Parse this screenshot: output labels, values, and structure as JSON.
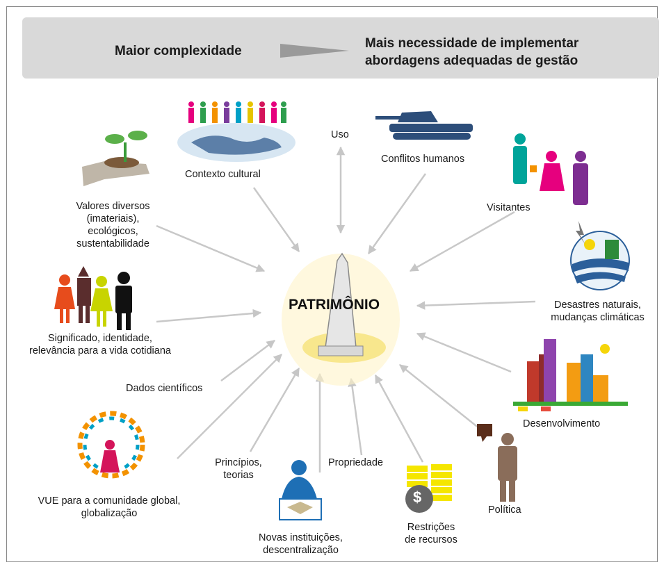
{
  "banner": {
    "left_text": "Maior complexidade",
    "right_line1": "Mais necessidade de implementar",
    "right_line2": "abordagens adequadas de gestão"
  },
  "center": {
    "label": "PATRIMÔNIO"
  },
  "factors": {
    "contexto": "Contexto cultural",
    "uso": "Uso",
    "conflitos": "Conflitos humanos",
    "valores": [
      "Valores diversos",
      "(imateriais),",
      "ecológicos,",
      "sustentabilidade"
    ],
    "visitantes": "Visitantes",
    "desastres": [
      "Desastres naturais,",
      "mudanças climáticas"
    ],
    "significado": [
      "Significado, identidade,",
      "relevância para a vida cotidiana"
    ],
    "dados": "Dados científicos",
    "desenvolvimento": "Desenvolvimento",
    "principios": [
      "Princípios,",
      "teorias"
    ],
    "propriedade": "Propriedade",
    "vue": [
      "VUE para a comunidade global,",
      "globalização"
    ],
    "instituicoes": [
      "Novas instituições,",
      "descentralização"
    ],
    "restricoes": [
      "Restrições",
      "de recursos"
    ],
    "politica": "Política"
  },
  "colors": {
    "arrow": "#c8c8c8",
    "banner": "#d9d9d9"
  }
}
